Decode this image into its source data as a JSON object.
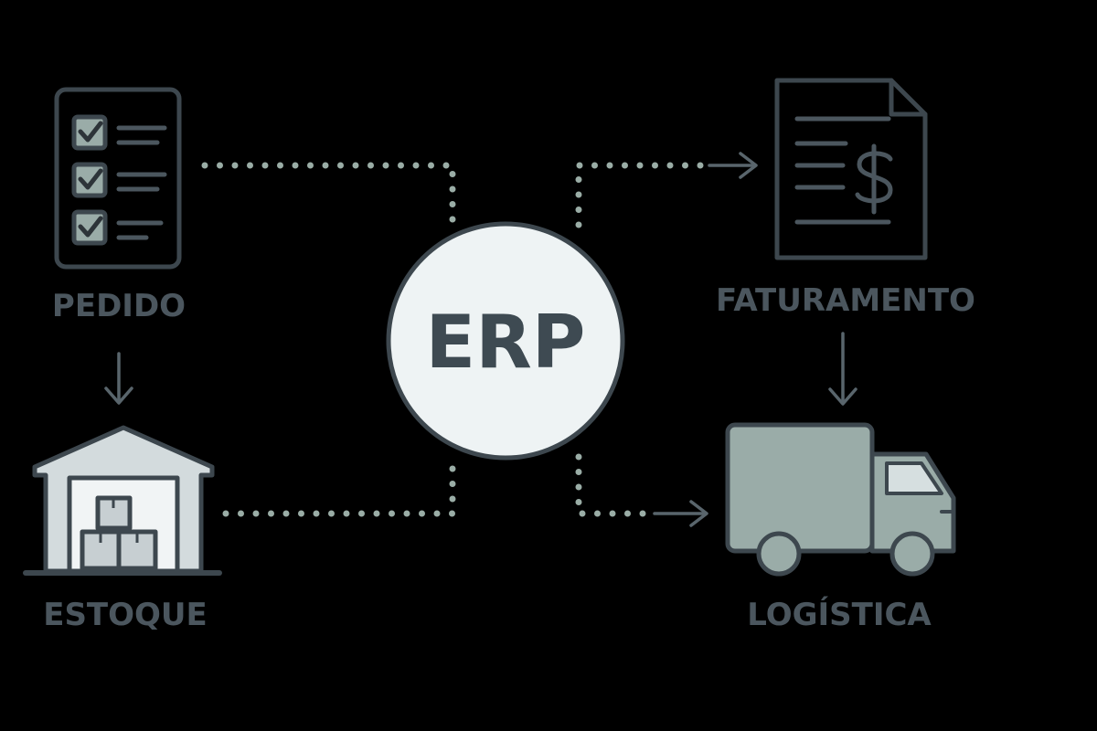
{
  "center": {
    "label": "ERP"
  },
  "nodes": {
    "pedido": {
      "label": "PEDIDO",
      "icon": "checklist-icon"
    },
    "estoque": {
      "label": "ESTOQUE",
      "icon": "warehouse-icon"
    },
    "faturamento": {
      "label": "FATURAMENTO",
      "icon": "invoice-dollar-icon"
    },
    "logistica": {
      "label": "LOGÍSTICA",
      "icon": "delivery-truck-icon"
    }
  },
  "colors": {
    "background": "#000000",
    "icon_outline": "#3d474e",
    "icon_fill_light": "#d3dbdd",
    "icon_fill_accent": "#9aaca8",
    "connector_dots": "#9aada6",
    "label_text": "#4b565e",
    "erp_circle": "#eef3f4"
  }
}
